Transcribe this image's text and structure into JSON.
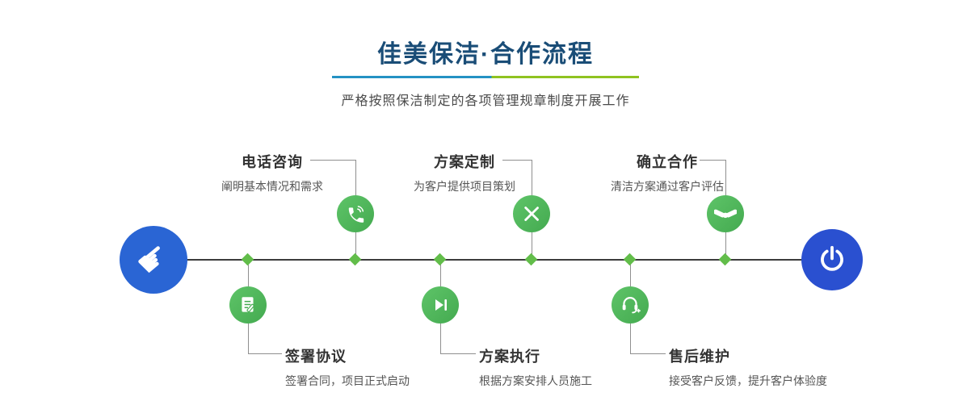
{
  "header": {
    "title": "佳美保洁·合作流程",
    "subtitle": "严格按照保洁制定的各项管理规章制度开展工作"
  },
  "steps_top": [
    {
      "label": "电话咨询",
      "desc": "阐明基本情况和需求",
      "icon": "phone-icon"
    },
    {
      "label": "方案定制",
      "desc": "为客户提供项目策划",
      "icon": "design-tools-icon"
    },
    {
      "label": "确立合作",
      "desc": "清洁方案通过客户评估",
      "icon": "handshake-icon"
    }
  ],
  "steps_bottom": [
    {
      "label": "签署协议",
      "desc": "签署合同，项目正式启动",
      "icon": "contract-icon"
    },
    {
      "label": "方案执行",
      "desc": "根据方案安排人员施工",
      "icon": "play-icon"
    },
    {
      "label": "售后维护",
      "desc": "接受客户反馈，提升客户体验度",
      "icon": "headset-icon"
    }
  ],
  "timeline": {
    "start_icon": "pointer-hand-icon",
    "end_icon": "power-icon"
  },
  "glyphs": {
    "pointer_hand": "☛"
  },
  "colors": {
    "title_blue": "#1a4d77",
    "divider_blue": "#2492c4",
    "divider_green": "#8fc320",
    "node_green": "#4eb75a",
    "diamond_green": "#62bd4a",
    "circle_blue": "#2a65d4"
  }
}
